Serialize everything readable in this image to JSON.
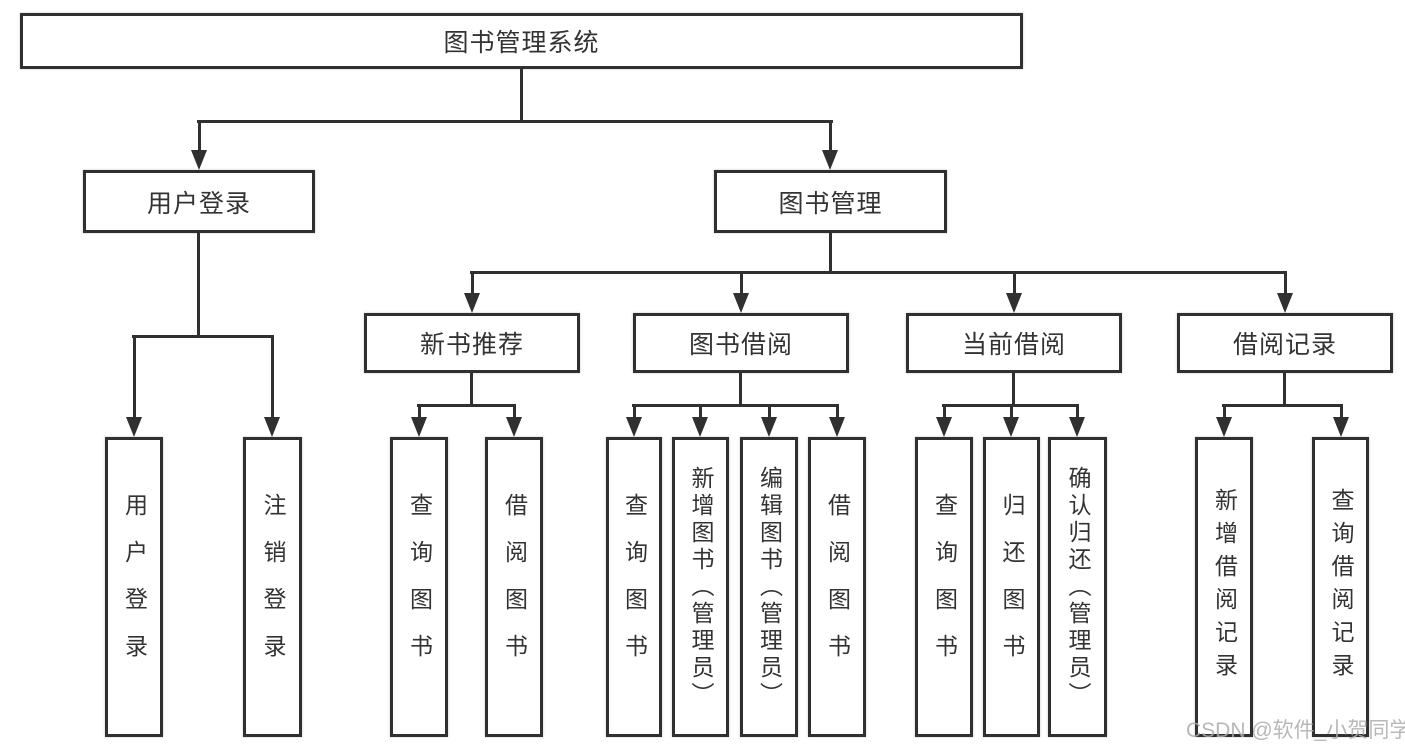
{
  "diagram_title": "图书管理系统",
  "colors": {
    "line": "#303030",
    "text": "#333333",
    "watermark": "#acacac",
    "background": "#ffffff"
  },
  "tree": {
    "root": {
      "label": "图书管理系统"
    },
    "branches": [
      {
        "label": "用户登录",
        "children": [
          {
            "label": "用户登录"
          },
          {
            "label": "注销登录"
          }
        ]
      },
      {
        "label": "图书管理",
        "groups": [
          {
            "label": "新书推荐",
            "children": [
              {
                "label": "查询图书"
              },
              {
                "label": "借阅图书"
              }
            ]
          },
          {
            "label": "图书借阅",
            "children": [
              {
                "label": "查询图书"
              },
              {
                "label": "新增图书（管理员）"
              },
              {
                "label": "编辑图书（管理员）"
              },
              {
                "label": "借阅图书"
              }
            ]
          },
          {
            "label": "当前借阅",
            "children": [
              {
                "label": "查询图书"
              },
              {
                "label": "归还图书"
              },
              {
                "label": "确认归还（管理员）"
              }
            ]
          },
          {
            "label": "借阅记录",
            "children": [
              {
                "label": "新增借阅记录"
              },
              {
                "label": "查询借阅记录"
              }
            ]
          }
        ]
      }
    ]
  },
  "watermark": "CSDN @软件_小贺同学"
}
